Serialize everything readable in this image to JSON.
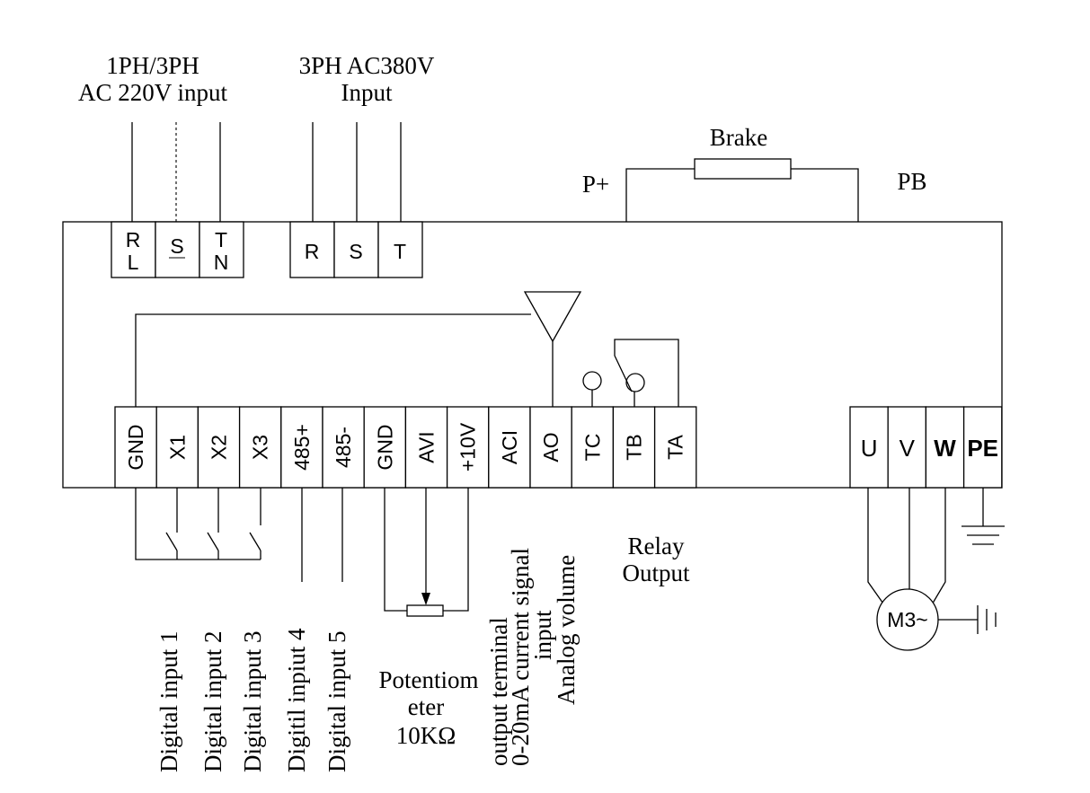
{
  "supply": {
    "single_phase_line1": "1PH/3PH",
    "single_phase_line2": "AC 220V input",
    "three_phase_line1": "3PH AC380V",
    "three_phase_line2": "Input"
  },
  "brake": {
    "label": "Brake",
    "p_plus": "P+",
    "pb": "PB"
  },
  "power_terminals_1ph": [
    {
      "top": "R",
      "bottom": "L"
    },
    {
      "top": "S",
      "bottom": ""
    },
    {
      "top": "T",
      "bottom": "N"
    }
  ],
  "power_terminals_3ph": [
    "R",
    "S",
    "T"
  ],
  "control_terminals": [
    "GND",
    "X1",
    "X2",
    "X3",
    "485+",
    "485-",
    "GND",
    "AVI",
    "+10V",
    "ACI",
    "AO",
    "TC",
    "TB",
    "TA"
  ],
  "output_terminals": [
    "U",
    "V",
    "W",
    "PE"
  ],
  "motor_label": "M3~",
  "annotations": {
    "digital_input_1": "Digital input 1",
    "digital_input_2": "Digital input 2",
    "digital_input_3": "Digital input 3",
    "digital_input_4": "Digitil inpiut 4",
    "digital_input_5": "Digital input 5",
    "potentiometer_line1": "Potentiom",
    "potentiometer_line2": "eter",
    "potentiometer_line3": "10KΩ",
    "aci_line1": "0-20mA current signal",
    "aci_line2": "input",
    "ao_line1": "Analog volume",
    "ao_line2": "output terminal",
    "relay_line1": "Relay",
    "relay_line2": "Output"
  }
}
